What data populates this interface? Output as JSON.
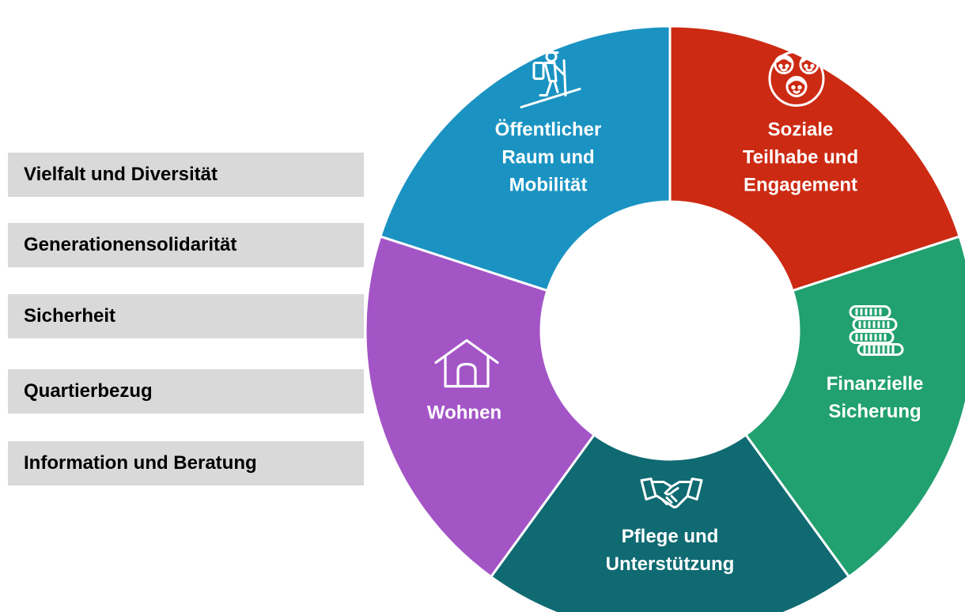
{
  "side_list": {
    "items": [
      "Vielfalt und Diversität",
      "Generationensolidarität",
      "Sicherheit",
      "Quartierbezug",
      "Information und Beratung"
    ]
  },
  "wheel": {
    "segments": [
      {
        "id": "oeffentlicher-raum",
        "lines": [
          "Öffentlicher",
          "Raum und",
          "Mobilität"
        ],
        "color": "#1a93c2",
        "icon": "hiker-icon"
      },
      {
        "id": "soziale-teilhabe",
        "lines": [
          "Soziale",
          "Teilhabe und",
          "Engagement"
        ],
        "color": "#cc2a12",
        "icon": "people-group-icon"
      },
      {
        "id": "finanzielle-sicherung",
        "lines": [
          "Finanzielle",
          "Sicherung"
        ],
        "color": "#21a070",
        "icon": "coins-icon"
      },
      {
        "id": "pflege",
        "lines": [
          "Pflege und",
          "Unterstützung"
        ],
        "color": "#0f6a72",
        "icon": "handshake-icon"
      },
      {
        "id": "wohnen",
        "lines": [
          "Wohnen"
        ],
        "color": "#a355c6",
        "icon": "house-icon"
      }
    ]
  }
}
